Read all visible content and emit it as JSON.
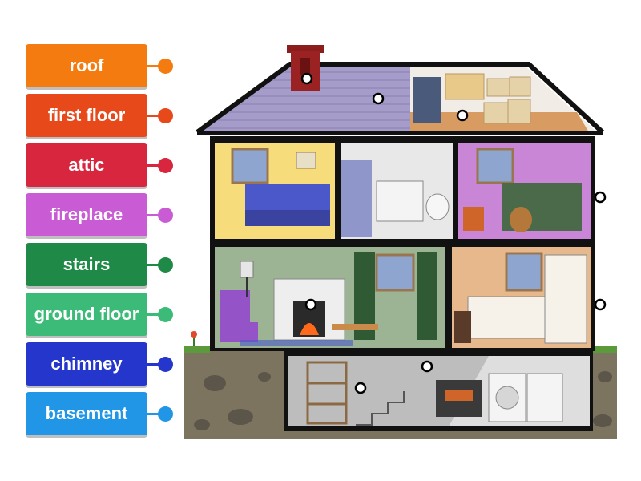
{
  "labels": [
    {
      "text": "roof",
      "color": "#F47B10"
    },
    {
      "text": "first floor",
      "color": "#E8491A"
    },
    {
      "text": "attic",
      "color": "#D7263D"
    },
    {
      "text": "fireplace",
      "color": "#C95BD4"
    },
    {
      "text": "stairs",
      "color": "#1F8A47"
    },
    {
      "text": "ground floor",
      "color": "#3CBB78"
    },
    {
      "text": "chimney",
      "color": "#2536CC"
    },
    {
      "text": "basement",
      "color": "#2196E6"
    }
  ],
  "scene": {
    "icon": "house-cutaway-illustration",
    "drop_targets": 8
  }
}
